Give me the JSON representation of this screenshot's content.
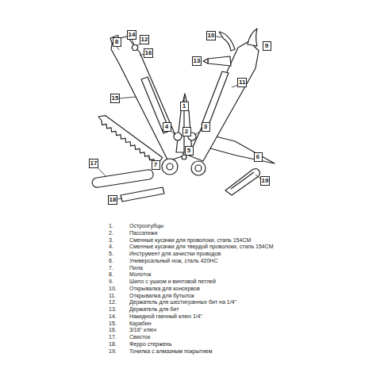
{
  "diagram": {
    "nodes": [
      {
        "text": [
          "14"
        ]
      },
      {
        "text": [
          "8"
        ]
      },
      {
        "text": [
          "12"
        ]
      },
      {
        "text": [
          "10"
        ]
      },
      {
        "text": [
          "9"
        ]
      },
      {
        "text": [
          "16"
        ]
      },
      {
        "text": [
          "13"
        ]
      },
      {
        "text": [
          "11"
        ]
      },
      {
        "text": [
          "15"
        ]
      },
      {
        "text": [
          "1"
        ]
      },
      {
        "text": [
          "4"
        ]
      },
      {
        "text": [
          "2"
        ]
      },
      {
        "text": [
          "3"
        ]
      },
      {
        "text": [
          "5"
        ]
      },
      {
        "text": [
          "6"
        ]
      },
      {
        "text": [
          "17"
        ]
      },
      {
        "text": [
          "7"
        ]
      },
      {
        "text": [
          "19"
        ]
      },
      {
        "text": [
          "18"
        ]
      }
    ],
    "labels": [
      "1.",
      "Остроогубцы",
      "2.",
      "Пассатижи",
      "3.",
      "Сменные кусачки для проволоки, сталь 154CM",
      "4.",
      "Сменные кусачки для твердой проволоки, сталь 154CM",
      "5.",
      "Инструмент для зачистки проводов",
      "6.",
      "Универсальный нож, сталь 420HC",
      "7.",
      "Пила",
      "8.",
      "Молоток",
      "9.",
      "Шило с ушком и винтовой петлей",
      "10.",
      "Открывалка для консервов",
      "11.",
      "Открывалка для бутылок",
      "12.",
      "Держатель для шестигранных бит на 1/4\"",
      "13.",
      "Держатель для бит",
      "14.",
      "Накидной гаечный ключ 1/4\"",
      "15.",
      "Карабин",
      "16.",
      "3/16\" ключ",
      "17.",
      "Свисток",
      "18.",
      "Ферро стержень",
      "19.",
      "Точилка с алмазным покрытием"
    ]
  }
}
